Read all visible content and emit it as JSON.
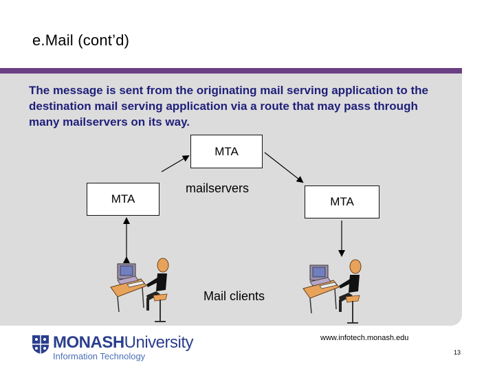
{
  "slide": {
    "title": "e.Mail (cont’d)",
    "message": "The message is sent from the originating mail serving application to the destination mail serving application via a route that may pass through many mailservers on its way."
  },
  "diagram": {
    "mta_top": "MTA",
    "mta_left": "MTA",
    "mta_right": "MTA",
    "mailservers_label": "mailservers",
    "clients_label": "Mail clients"
  },
  "footer": {
    "logo_name": "MONASH",
    "logo_university": "University",
    "logo_faculty": "Information Technology",
    "url": "www.infotech.monash.edu",
    "page_number": "13"
  },
  "colors": {
    "title_bar": "#6b3f83",
    "message_text": "#1f1f7a",
    "panel": "#dcdcdc",
    "logo_blue": "#2b3f8c"
  }
}
